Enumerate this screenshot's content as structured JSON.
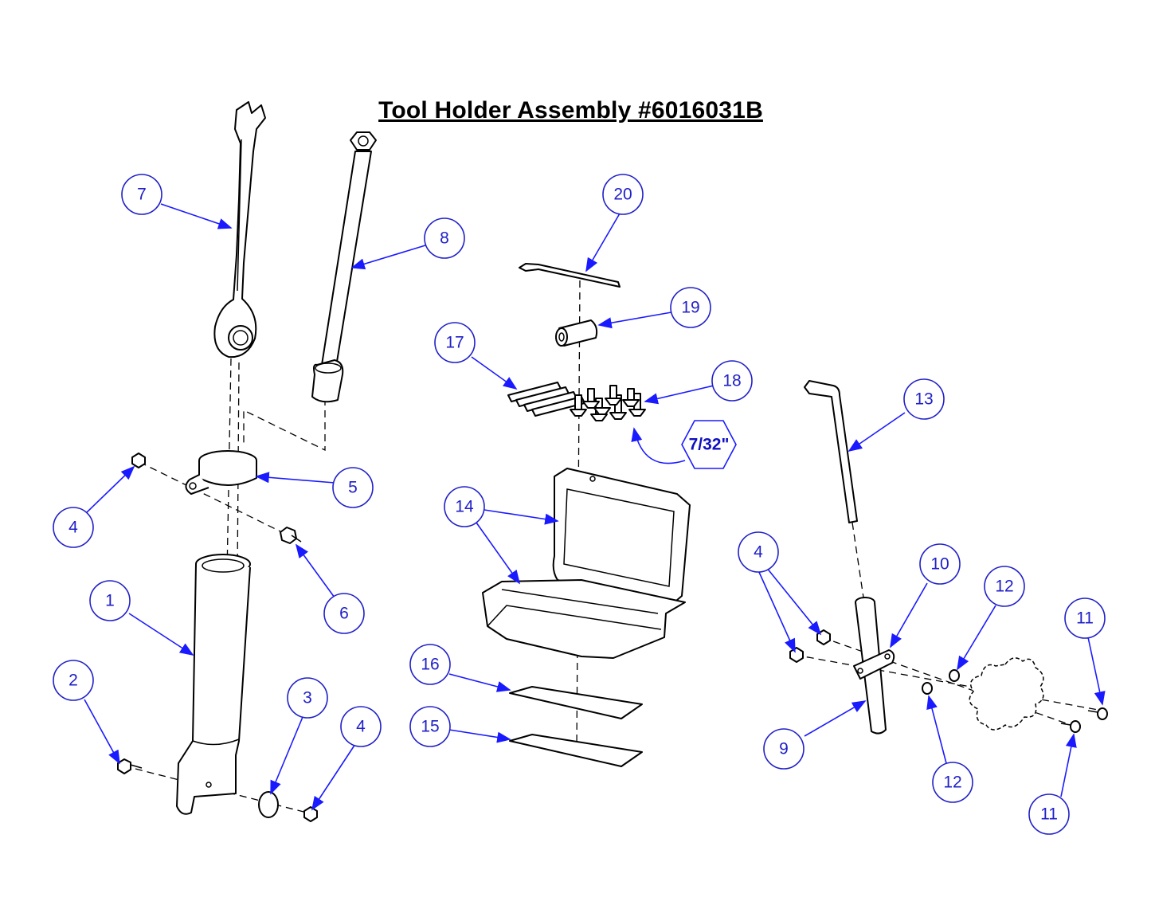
{
  "title": "Tool Holder Assembly #6016031B",
  "note": "7/32\"",
  "balloons": [
    "1",
    "2",
    "3",
    "4",
    "4",
    "4",
    "5",
    "6",
    "7",
    "8",
    "9",
    "10",
    "11",
    "11",
    "12",
    "12",
    "13",
    "14",
    "15",
    "16",
    "17",
    "18",
    "19",
    "20"
  ],
  "colors": {
    "balloon": "#2020c8",
    "leader": "#1a1aff",
    "line": "#000000"
  }
}
